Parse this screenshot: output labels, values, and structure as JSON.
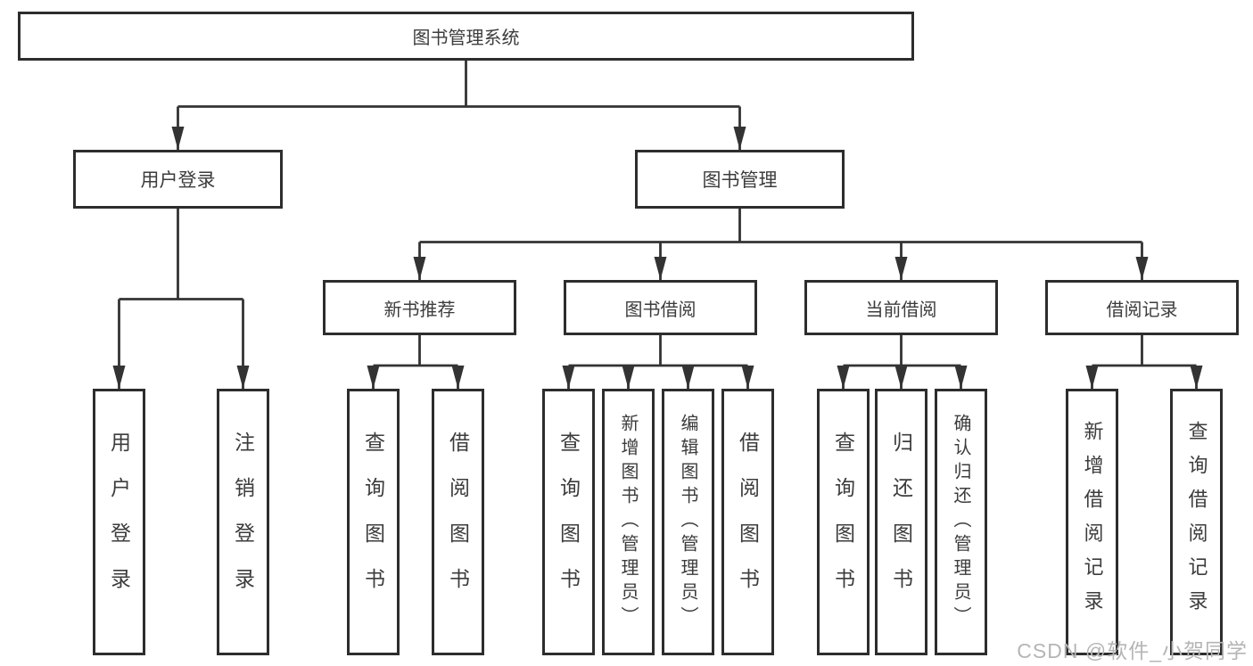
{
  "diagram": {
    "type": "hierarchy-tree",
    "root": {
      "label": "图书管理系统"
    },
    "branches": [
      {
        "label": "用户登录",
        "children": [
          {
            "label": "用户登录"
          },
          {
            "label": "注销登录"
          }
        ]
      },
      {
        "label": "图书管理",
        "children": [
          {
            "label": "新书推荐",
            "children": [
              {
                "label": "查询图书"
              },
              {
                "label": "借阅图书"
              }
            ]
          },
          {
            "label": "图书借阅",
            "children": [
              {
                "label": "查询图书"
              },
              {
                "label": "新增图书（管理员）"
              },
              {
                "label": "编辑图书（管理员）"
              },
              {
                "label": "借阅图书"
              }
            ]
          },
          {
            "label": "当前借阅",
            "children": [
              {
                "label": "查询图书"
              },
              {
                "label": "归还图书"
              },
              {
                "label": "确认归还（管理员）"
              }
            ]
          },
          {
            "label": "借阅记录",
            "children": [
              {
                "label": "新增借阅记录"
              },
              {
                "label": "查询借阅记录"
              }
            ]
          }
        ]
      }
    ]
  },
  "watermark": "CSDN @软件_小贺同学",
  "colors": {
    "line": "#333333",
    "box_border": "#2d2d2d",
    "text": "#3c3c3c",
    "watermark": "#b5b5b5",
    "background": "#ffffff"
  }
}
